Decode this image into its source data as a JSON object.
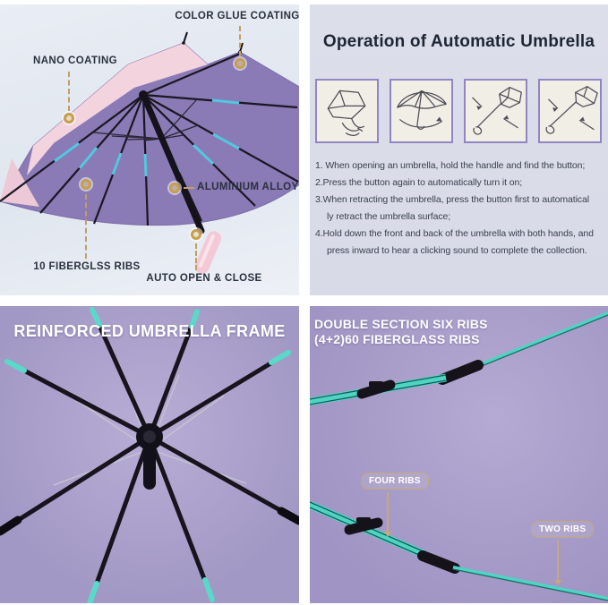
{
  "top_left": {
    "labels": [
      {
        "text": "COLOR GLUE COATING"
      },
      {
        "text": "NANO COATING"
      },
      {
        "text": "ALUMINIUM ALLOY"
      },
      {
        "text": "10 FIBERGLSS RIBS"
      },
      {
        "text": "AUTO OPEN & CLOSE"
      }
    ]
  },
  "top_right": {
    "title": "Operation of Automatic Umbrella",
    "step_count": 4,
    "instruction_lines": [
      "1. When opening an umbrella, hold the handle and find the button;",
      "2.Press the button again to automatically turn it on;",
      "3.When retracting the umbrella, press the button first to  automatical",
      "ly retract the umbrella surface;",
      "4.Hold down the front and back of the umbrella with both hands, and",
      "press inward to hear a clicking sound to complete the collection."
    ]
  },
  "bottom_left": {
    "title": "REINFORCED UMBRELLA FRAME"
  },
  "bottom_right": {
    "title_line1": "DOUBLE SECTION SIX RIBS",
    "title_line2": "(4+2)60 FIBERGLASS RIBS",
    "badges": [
      {
        "label": "FOUR RIBS"
      },
      {
        "label": "TWO RIBS"
      }
    ]
  },
  "colors": {
    "gold_marker": "#c79f4d",
    "dash_tan": "#bf9f63",
    "canopy_purple": "#8a7ab5",
    "canopy_pink": "#f2d3de",
    "rib_teal": "#57d8c8",
    "rib_blue_segment": "#54c7e0",
    "badge_tan": "#c8a878",
    "photo_bg_purple": "#a79dc9",
    "panel_bg_blue": "#e3e8f0",
    "panel_bg_lavender": "#dadce8",
    "title_dark": "#1d2634"
  }
}
